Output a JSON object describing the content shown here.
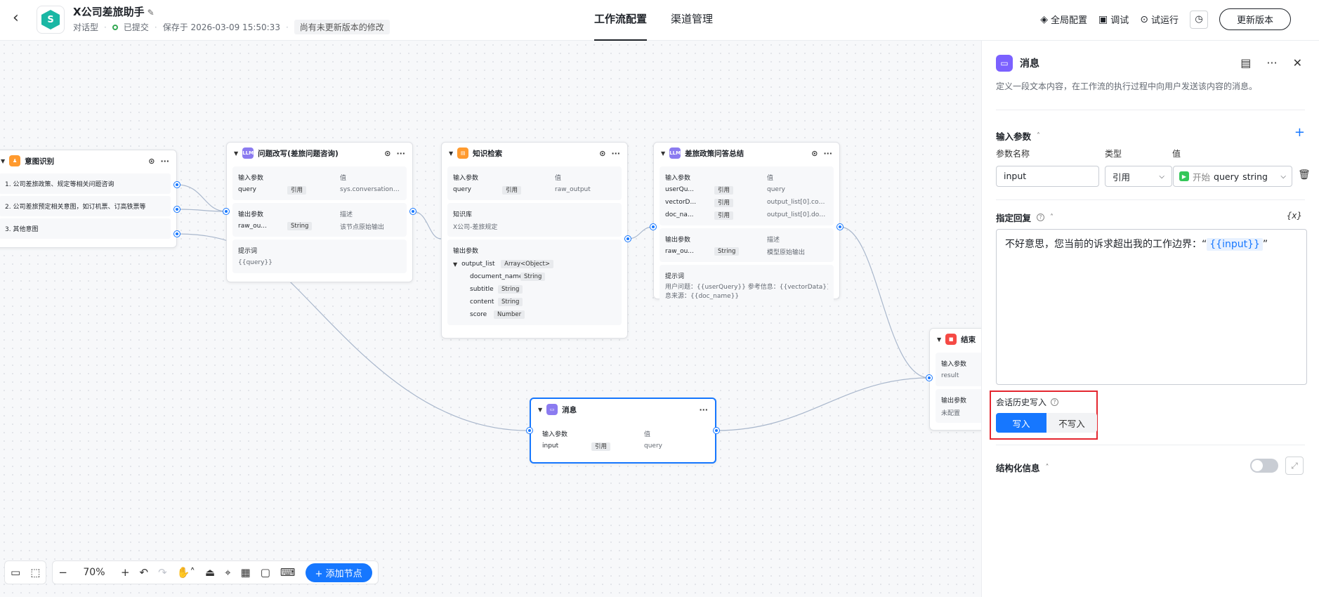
{
  "header": {
    "title": "X公司差旅助手",
    "type_label": "对话型",
    "status": "已提交",
    "saved": "保存于 2026-03-09 15:50:33",
    "unpublished": "尚有未更新版本的修改",
    "tabs": [
      "工作流配置",
      "渠道管理"
    ],
    "tools": {
      "global": "全局配置",
      "debug": "调试",
      "trial": "试运行"
    },
    "update_label": "更新版本"
  },
  "nodes": {
    "intent": {
      "title": "意图识别",
      "items": [
        "1. 公司差旅政策、规定等相关问题咨询",
        "2. 公司差旅预定相关意图，如订机票、订高铁票等",
        "3. 其他意图"
      ]
    },
    "rewrite": {
      "title": "问题改写(差旅问题咨询)",
      "icon_text": "LLM",
      "in_label": "输入参数",
      "val_label": "值",
      "in_name": "query",
      "in_tag": "引用",
      "in_val": "sys.conversation_hi...",
      "out_label": "输出参数",
      "desc_label": "描述",
      "out_name": "raw_ou...",
      "out_type": "String",
      "out_desc": "该节点原始输出",
      "prompt_label": "提示词",
      "prompt": "{{query}}"
    },
    "knowledge": {
      "title": "知识检索",
      "in_label": "输入参数",
      "val_label": "值",
      "in_name": "query",
      "in_tag": "引用",
      "in_val": "raw_output",
      "kb_label": "知识库",
      "kb": "X公司-差旅规定",
      "out_label": "输出参数",
      "list_name": "output_list",
      "list_type": "Array<Object>",
      "fields": [
        {
          "name": "document_name",
          "type": "String"
        },
        {
          "name": "subtitle",
          "type": "String"
        },
        {
          "name": "content",
          "type": "String"
        },
        {
          "name": "score",
          "type": "Number"
        }
      ]
    },
    "summary": {
      "title": "差旅政策问答总结",
      "icon_text": "LLM",
      "in_label": "输入参数",
      "val_label": "值",
      "inputs": [
        {
          "name": "userQu...",
          "tag": "引用",
          "val": "query"
        },
        {
          "name": "vectorD...",
          "tag": "引用",
          "val": "output_list[0].content"
        },
        {
          "name": "doc_na...",
          "tag": "引用",
          "val": "output_list[0].docum..."
        }
      ],
      "out_label": "输出参数",
      "desc_label": "描述",
      "out_name": "raw_ou...",
      "out_type": "String",
      "out_desc": "模型原始输出",
      "prompt_label": "提示词",
      "prompt_line1": "用户问题：{{userQuery}} 参考信息：{{vectorData}} 参考信",
      "prompt_line2": "息来源：{{doc_name}}"
    },
    "message": {
      "title": "消息",
      "in_label": "输入参数",
      "val_label": "值",
      "in_name": "input",
      "in_tag": "引用",
      "in_val": "query"
    },
    "end": {
      "title": "结束",
      "in_label": "输入参数",
      "in_name": "result",
      "out_label": "输出参数",
      "out_val": "未配置"
    }
  },
  "toolbar": {
    "zoom": "70%",
    "add_node": "+ 添加节点"
  },
  "panel": {
    "title": "消息",
    "description": "定义一段文本内容，在工作流的执行过程中向用户发送该内容的消息。",
    "input_section": "输入参数",
    "col_name": "参数名称",
    "col_type": "类型",
    "col_value": "值",
    "param_name": "input",
    "param_type": "引用",
    "param_value_node": "开始",
    "param_value_var": "query",
    "param_value_type": "string",
    "reply_section": "指定回复",
    "reply_prefix": "不好意思，您当前的诉求超出我的工作边界：“",
    "reply_var": "{{input}}",
    "reply_suffix": "”",
    "var_icon": "{x}",
    "history_label": "会话历史写入",
    "history_on": "写入",
    "history_off": "不写入",
    "struct_section": "结构化信息"
  }
}
